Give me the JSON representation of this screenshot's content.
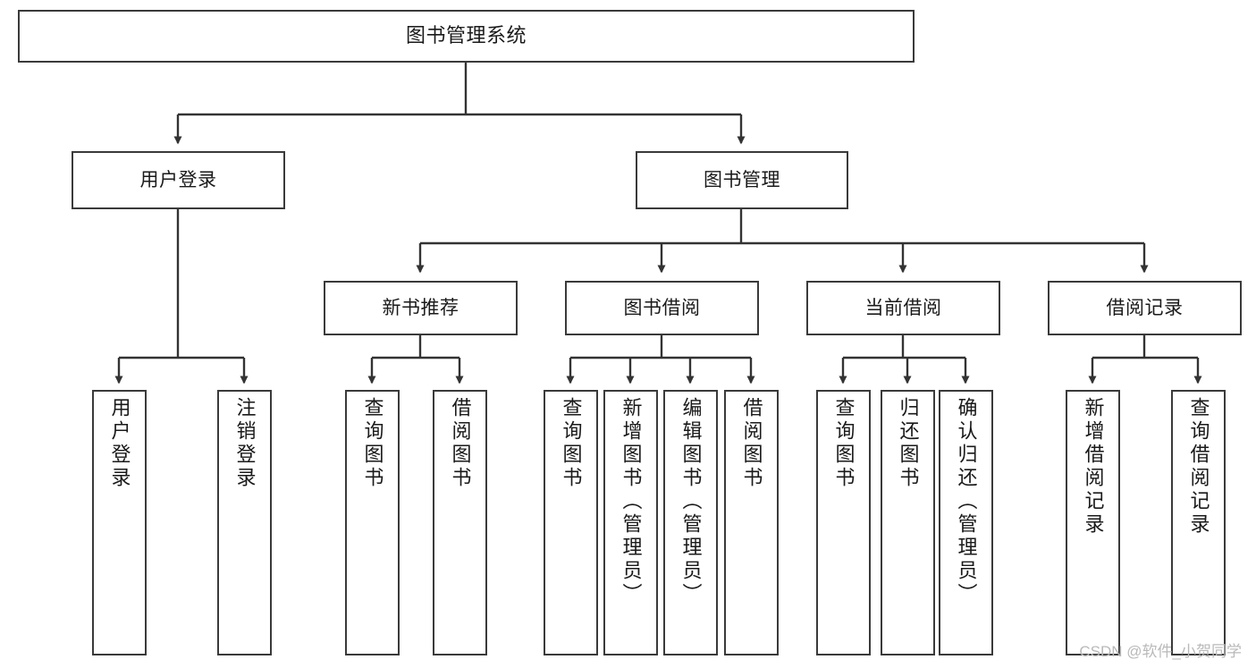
{
  "diagram": {
    "title": "图书管理系统",
    "type": "tree-hierarchy-chart",
    "colors": {
      "node_border": "#3a3a3a",
      "node_fill": "#ffffff",
      "edge": "#333333",
      "text": "#1a1a1a",
      "watermark": "#b9b9b9"
    },
    "nodes": {
      "root": {
        "label": "图书管理系统"
      },
      "level2": [
        {
          "id": "user-login",
          "label": "用户登录"
        },
        {
          "id": "book-manage",
          "label": "图书管理"
        }
      ],
      "level3": [
        {
          "id": "new-book-recommend",
          "label": "新书推荐"
        },
        {
          "id": "book-borrow",
          "label": "图书借阅"
        },
        {
          "id": "current-borrow",
          "label": "当前借阅"
        },
        {
          "id": "borrow-record",
          "label": "借阅记录"
        }
      ],
      "leaves": {
        "user_login": [
          {
            "id": "leaf-user-login",
            "label": "用户登录"
          },
          {
            "id": "leaf-user-logout",
            "label": "注销登录"
          }
        ],
        "new_book_recommend": [
          {
            "id": "leaf-query-book-1",
            "label": "查询图书"
          },
          {
            "id": "leaf-borrow-book-1",
            "label": "借阅图书"
          }
        ],
        "book_borrow": [
          {
            "id": "leaf-query-book-2",
            "label": "查询图书"
          },
          {
            "id": "leaf-add-book",
            "label": "新增图书（管理员）"
          },
          {
            "id": "leaf-edit-book",
            "label": "编辑图书（管理员）"
          },
          {
            "id": "leaf-borrow-book-2",
            "label": "借阅图书"
          }
        ],
        "current_borrow": [
          {
            "id": "leaf-query-book-3",
            "label": "查询图书"
          },
          {
            "id": "leaf-return-book",
            "label": "归还图书"
          },
          {
            "id": "leaf-confirm-return",
            "label": "确认归还（管理员）"
          }
        ],
        "borrow_record": [
          {
            "id": "leaf-add-record",
            "label": "新增借阅记录"
          },
          {
            "id": "leaf-query-record",
            "label": "查询借阅记录"
          }
        ]
      }
    }
  },
  "watermark": {
    "text": "CSDN @软件_小贺同学"
  }
}
